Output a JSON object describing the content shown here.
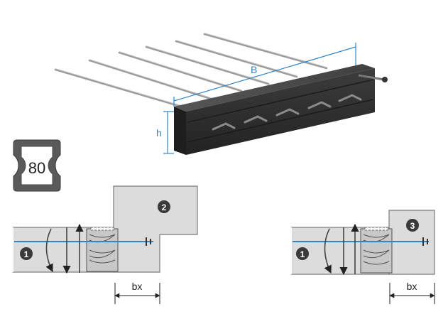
{
  "product_view": {
    "dimension_width_label": "B",
    "dimension_height_label": "h",
    "accent_color": "#2f86c8",
    "block_color": "#2e2e2e",
    "bar_count": 6
  },
  "size_badge": {
    "value": "80"
  },
  "detail_left": {
    "marker_floor": "1",
    "marker_wall": "2",
    "offset_label": "bx"
  },
  "detail_right": {
    "marker_floor": "1",
    "marker_wall": "3",
    "offset_label": "bx"
  },
  "colors": {
    "concrete_fill": "#dcdcdc",
    "concrete_stroke": "#7a7a7a",
    "marker_fill": "#3a3a3a",
    "bar_blue": "#2f86c8"
  }
}
